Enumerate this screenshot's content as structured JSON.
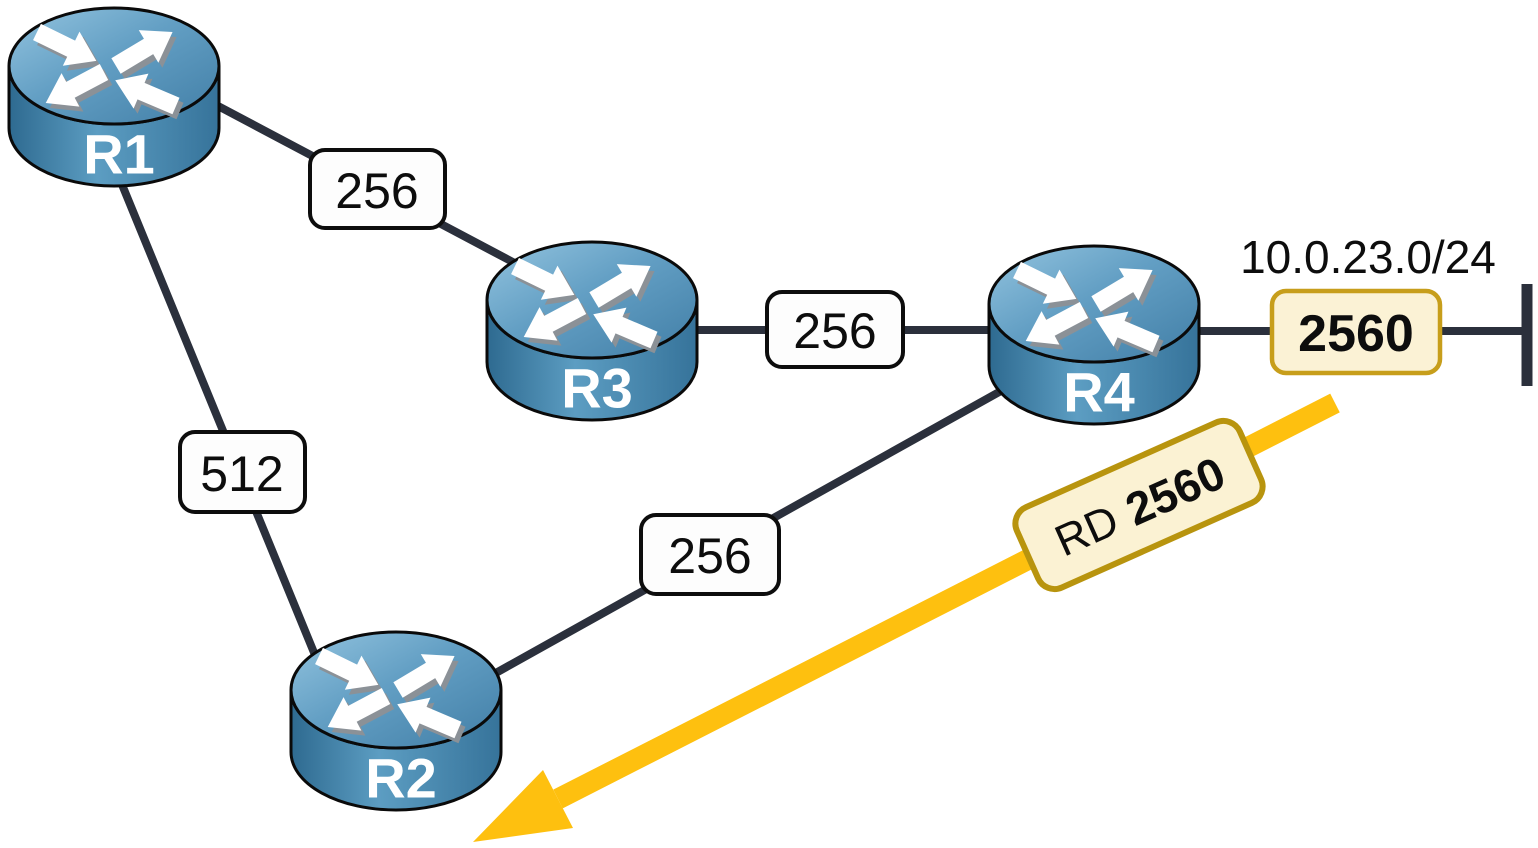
{
  "routers": {
    "r1": {
      "label": "R1"
    },
    "r2": {
      "label": "R2"
    },
    "r3": {
      "label": "R3"
    },
    "r4": {
      "label": "R4"
    }
  },
  "links": {
    "r1_r3": {
      "cost": "256"
    },
    "r1_r2": {
      "cost": "512"
    },
    "r3_r4": {
      "cost": "256"
    },
    "r2_r4": {
      "cost": "256"
    },
    "r4_lan": {
      "cost": "2560"
    }
  },
  "lan": {
    "prefix": "10.0.23.0/24"
  },
  "rd_annotation": {
    "label": "RD",
    "value": "2560"
  },
  "colors": {
    "link": "#2B303C",
    "arrow": "#FEC00F",
    "highlight_fill": "#FBF2D5",
    "highlight_border": "#C79E1B",
    "cost_box_fill": "#FDFDFD",
    "cost_box_border": "#0D0D0D",
    "router_top": "#639FC4",
    "router_body": "#36739A",
    "text": "#0D0D0D"
  }
}
